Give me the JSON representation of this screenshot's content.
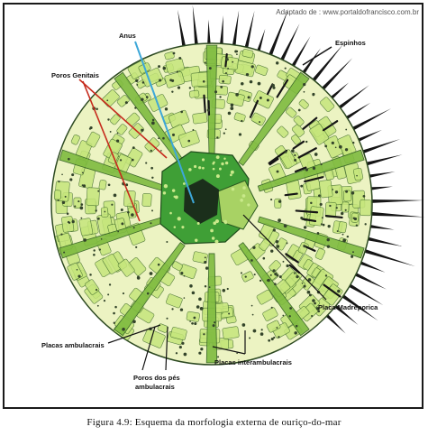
{
  "credit": "Adaptado de : www.portaldofrancisco.com.br",
  "labels": {
    "anus": "Anus",
    "espinhos": "Espinhos",
    "poros_genitais": "Poros Genitais",
    "placa_madreporica": "Placa Madreporica",
    "placas_ambulacrais": "Placas ambulacrais",
    "poros_pes_line1": "Poros dos pés",
    "poros_pes_line2": "ambulacrais",
    "placas_interambulacrais": "Placas interambulacrais"
  },
  "caption": "Figura 4.9: Esquema da morfologia externa de ouriço-do-mar",
  "colors": {
    "disc": "#ecf3c2",
    "plate_fill": "#c6e67c",
    "ambulacral_band": "#7fbb40",
    "center_plates": "#3f9f36",
    "anus_center": "#1b2f1b",
    "madreporite": "#a8d264",
    "spine": "#151515",
    "leader_red": "#c62b1d",
    "leader_blue": "#3da7d8",
    "leader_black": "#111111"
  }
}
